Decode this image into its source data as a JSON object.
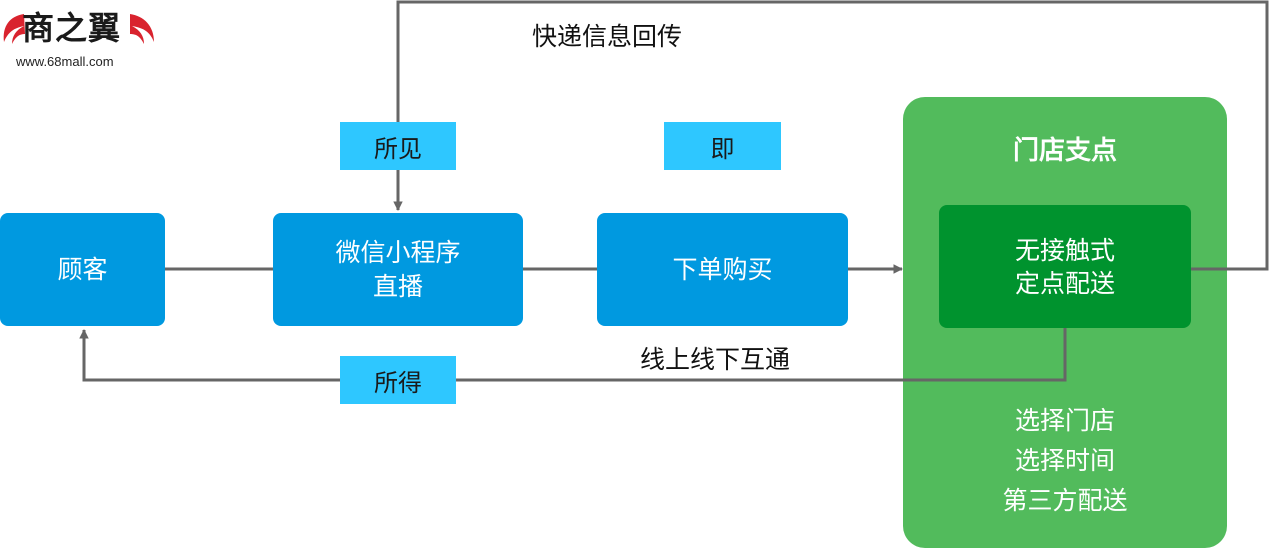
{
  "logo": {
    "name": "商之翼",
    "url": "www.68mall.com"
  },
  "top_label": "快递信息回传",
  "tags": {
    "suojian": "所见",
    "ji": "即",
    "suode": "所得"
  },
  "boxes": {
    "customer": "顾客",
    "wechat_live": "微信小程序\n直播",
    "place_order": "下单购买"
  },
  "online_offline": "线上线下互通",
  "store": {
    "title": "门店支点",
    "delivery": "无接触式\n定点配送",
    "options": [
      "选择门店",
      "选择时间",
      "第三方配送"
    ]
  },
  "colors": {
    "box_blue": "#0099e0",
    "tag_cyan": "#2ec7ff",
    "panel_green": "#52bb5c",
    "inner_green": "#00932e",
    "line_gray": "#666666"
  }
}
